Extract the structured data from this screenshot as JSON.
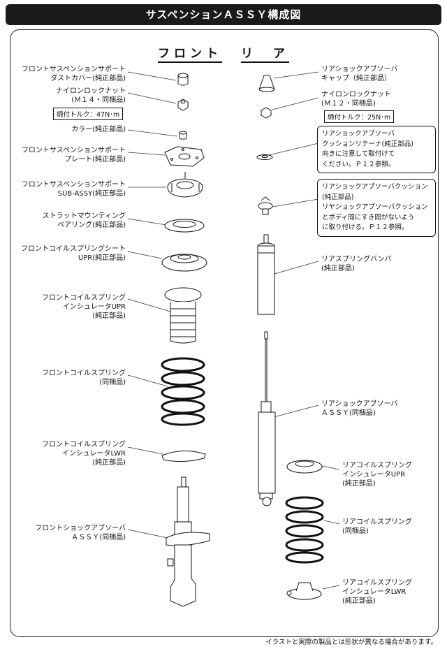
{
  "header": {
    "title": "サスペンションＡＳＳＹ構成図"
  },
  "columns": {
    "front": "フロント",
    "rear": "リ　ア"
  },
  "front": {
    "dust_cover": "フロントサスペンションサポート\nダストカバー(純正部品)",
    "nut": "ナイロンロックナット\n(Ｍ１４・同梱品)",
    "nut_torque": "締付トルク：47N･m",
    "collar": "カラー(純正部品)",
    "support_plate": "フロントサスペンションサポート\nプレート(純正部品)",
    "support_assy": "フロントサスペンションサポート\nSUB-ASSY(純正部品)",
    "bearing": "ストラットマウンティング\nベアリング(純正部品)",
    "spring_seat": "フロントコイルスプリングシート\nUPR(純正部品)",
    "insulator_upr": "フロントコイルスプリング\nインシュレータUPR\n(純正部品)",
    "spring": "フロントコイルスプリング\n(同梱品)",
    "insulator_lwr": "フロントコイルスプリング\nインシュレータLWR\n(純正部品)",
    "absorber": "フロントショックアブソーバ\nＡＳＳＹ(同梱品)"
  },
  "rear": {
    "cap": "リアショックアブソーバ\nキャップ（純正部品）",
    "nut": "ナイロンロックナット\n(Ｍ１２・同梱品)",
    "nut_torque": "締付トルク：25N･m",
    "cushion_retainer_note": "リアショックアブソーバ\nクッションリテーナ(純正部品)\n向きに注意して取付けて\nください。Ｐ１２参照。",
    "cushion_note": "リアショックアブソーバクッション\n(純正部品)\nリヤショックアブソーバクッション\nとボディ間にすき間がないよう\nに取り付ける。Ｐ１２参照。",
    "bumper": "リアスプリングバンパ\n(純正部品)",
    "absorber": "リアショックアブソーバ\nＡＳＳＹ(同梱品)",
    "insulator_upr": "リアコイルスプリング\nインシュレータUPR\n(純正部品)",
    "spring": "リアコイルスプリング\n(同梱品)",
    "insulator_lwr": "リアコイルスプリング\nインシュレータLWR\n(純正部品)"
  },
  "footer": {
    "disclaimer": "イラストと実際の製品とは形状が異なる場合があります。"
  }
}
